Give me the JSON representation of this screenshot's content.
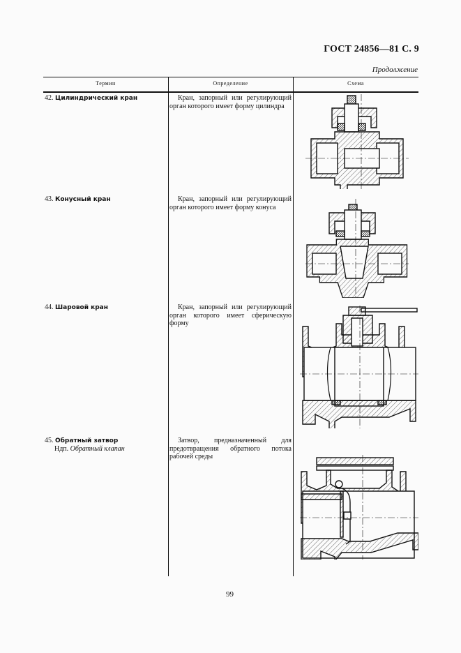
{
  "header": {
    "title": "ГОСТ 24856—81 С. 9",
    "continuation": "Продолжение"
  },
  "table": {
    "columns": [
      "Термин",
      "Определение",
      "Схема"
    ],
    "rows": [
      {
        "number": "42.",
        "term": "Цилиндрический кран",
        "alt_prefix": "",
        "alt_term": "",
        "definition": "Кран, запорный или регулирующий орган которого имеет форму цилиндра",
        "scheme_icon": "cylindrical-valve-drawing"
      },
      {
        "number": "43.",
        "term": "Конусный кран",
        "alt_prefix": "",
        "alt_term": "",
        "definition": "Кран, запорный или регулирующий орган которого имеет форму конуса",
        "scheme_icon": "conical-valve-drawing"
      },
      {
        "number": "44.",
        "term": "Шаровой кран",
        "alt_prefix": "",
        "alt_term": "",
        "definition": "Кран, запорный или регулирующий орган которого имеет сферическую форму",
        "scheme_icon": "ball-valve-drawing"
      },
      {
        "number": "45.",
        "term": "Обратный затвор",
        "alt_prefix": "Ндп.",
        "alt_term": "Обратный клапан",
        "definition": "Затвор, предназначенный для предотвращения обратного потока рабочей среды",
        "scheme_icon": "check-valve-drawing"
      }
    ]
  },
  "footer": {
    "page_number": "99"
  }
}
